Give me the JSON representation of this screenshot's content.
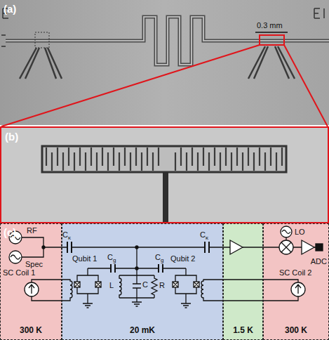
{
  "diagram": {
    "nodes": [
      {
        "text": [
          "(a)"
        ]
      },
      {
        "text": [
          "(b)"
        ]
      },
      {
        "text": [
          "(c)"
        ]
      },
      {
        "text": [
          "300 K"
        ],
        "in": 2
      },
      {
        "text": [
          "20 mK"
        ],
        "in": 2
      },
      {
        "text": [
          "1.5 K"
        ],
        "in": 2
      },
      {
        "text": [
          "300 K"
        ],
        "in": 2
      }
    ],
    "labels": [
      "0.3 mm",
      "RF",
      "Spec",
      "SC Coil 1",
      "Cκ",
      "Qubit 1",
      "Cg",
      "L",
      "C",
      "R",
      "Cg",
      "Qubit 2",
      "Cκ",
      "LO",
      "ADC",
      "SC Coil 2"
    ]
  }
}
